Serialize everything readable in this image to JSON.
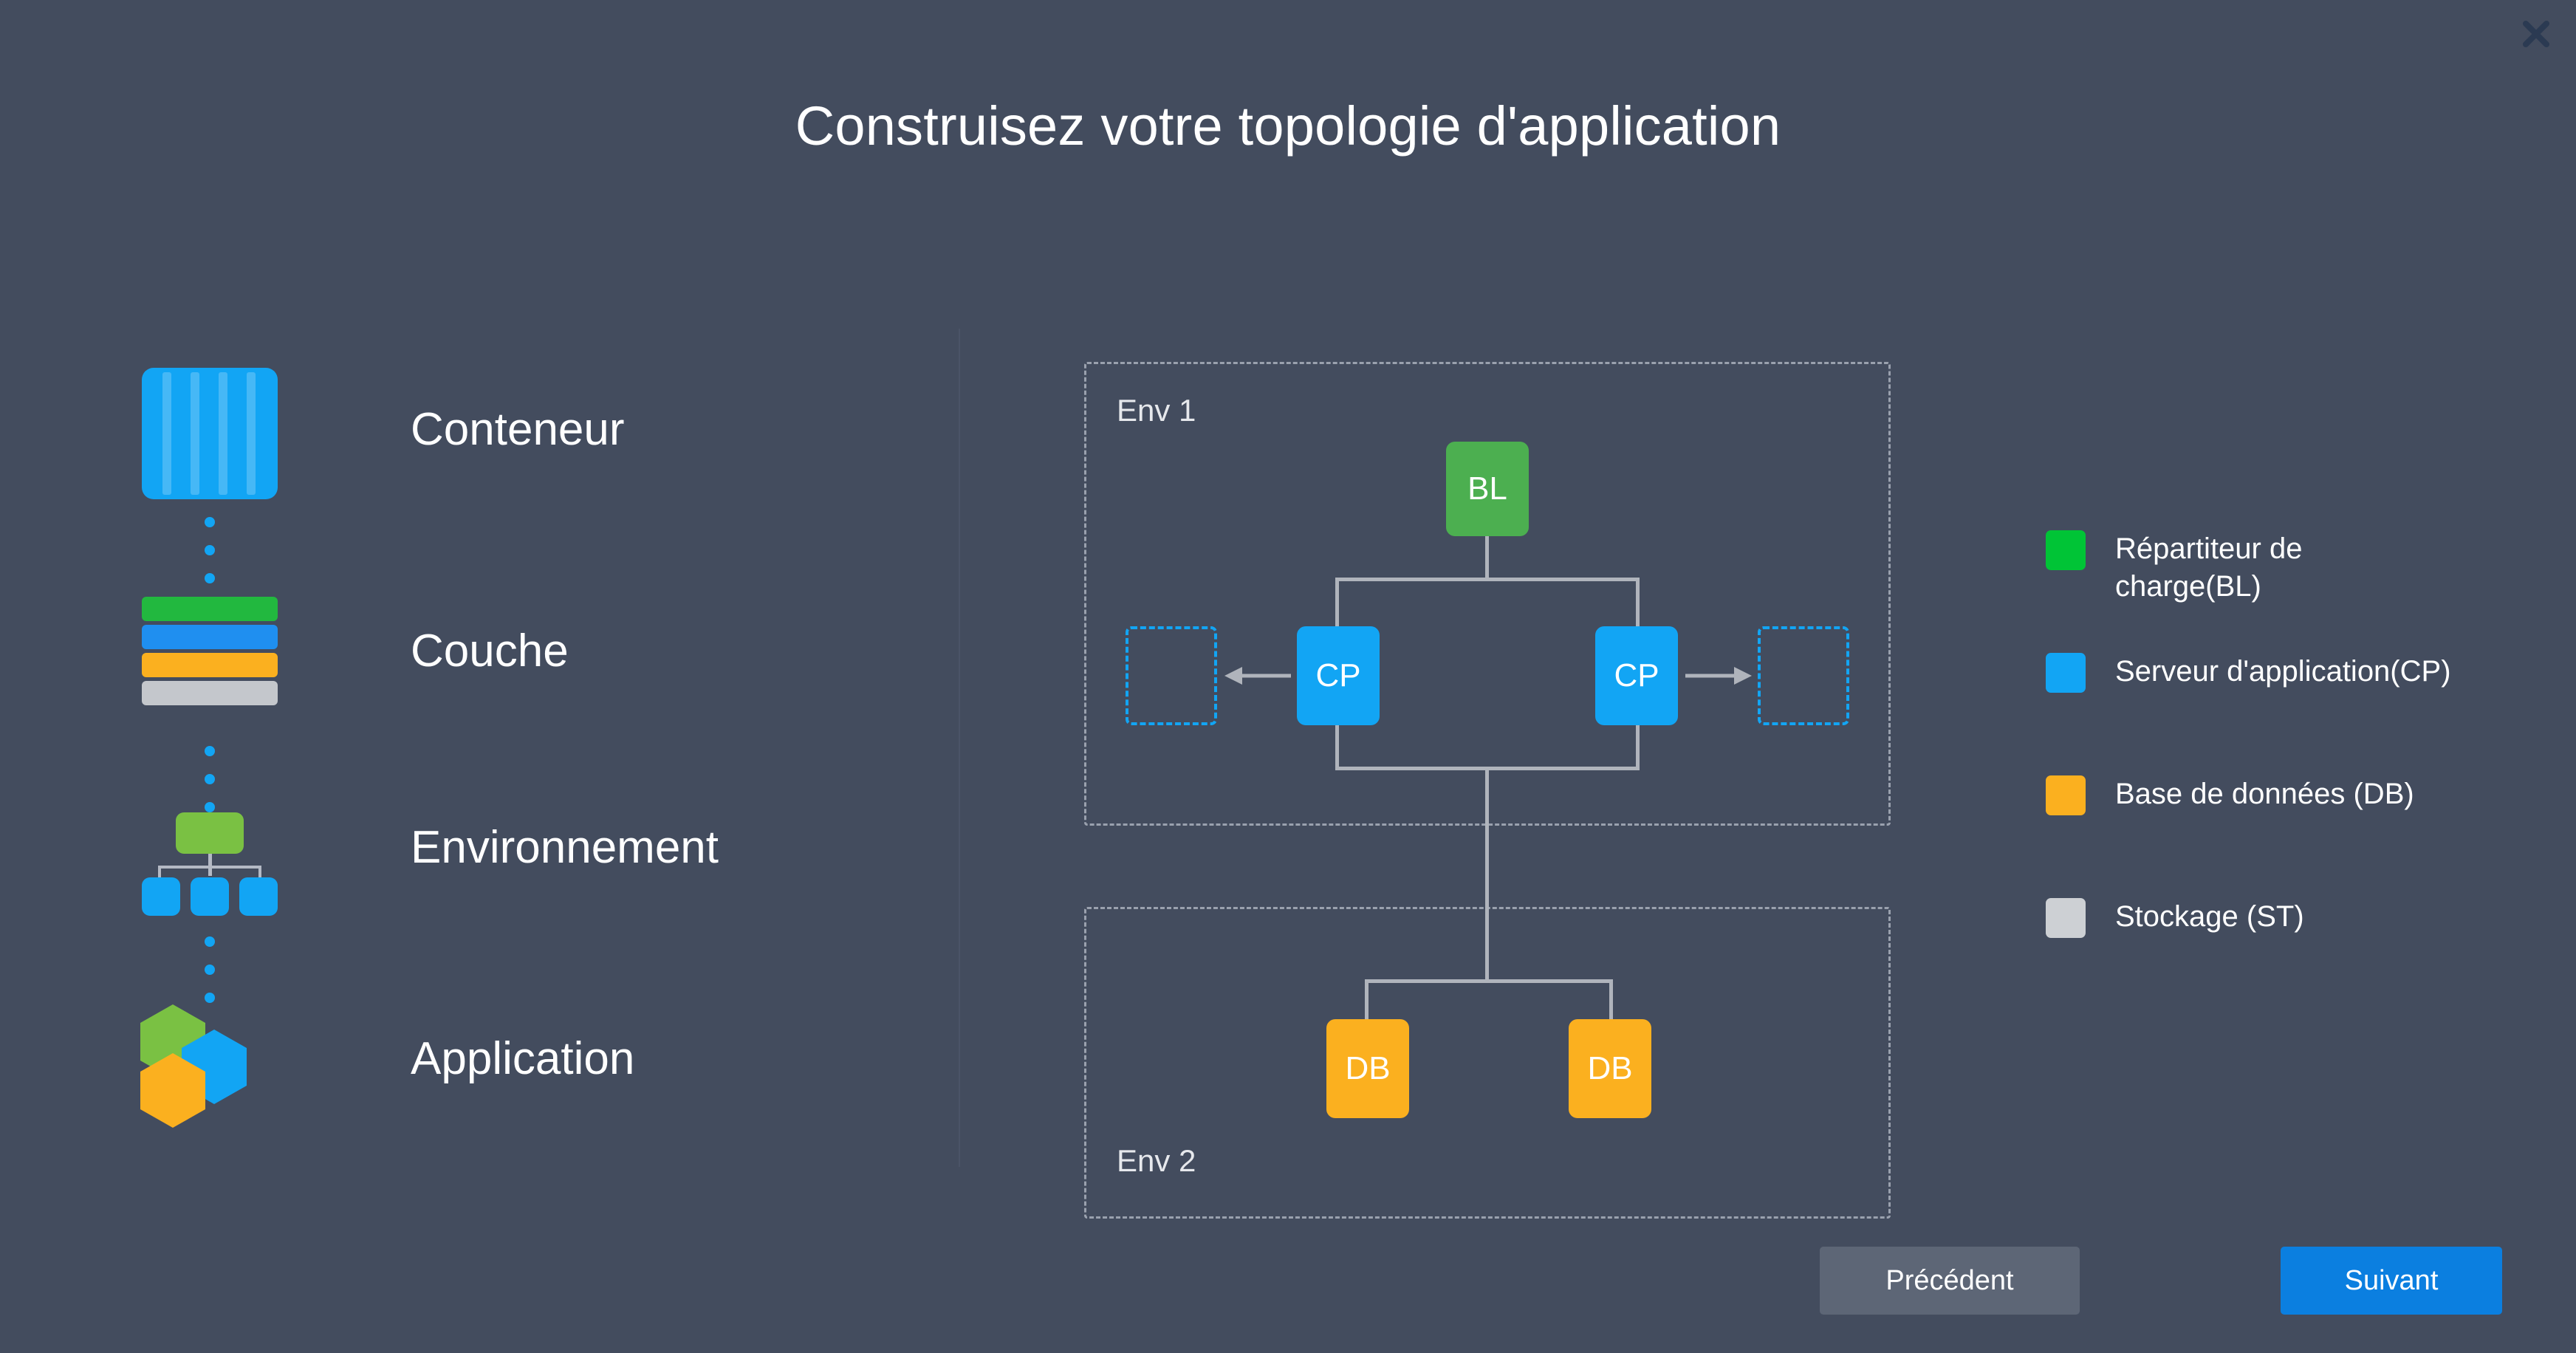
{
  "dialog": {
    "title": "Construisez votre topologie d'application",
    "close_icon": "close-icon"
  },
  "concepts": [
    {
      "label": "Conteneur",
      "icon": "container-icon"
    },
    {
      "label": "Couche",
      "icon": "layer-stack-icon"
    },
    {
      "label": "Environnement",
      "icon": "environment-tree-icon"
    },
    {
      "label": "Application",
      "icon": "application-hexagons-icon"
    }
  ],
  "topology": {
    "environments": [
      {
        "name": "Env 1",
        "label_position": "top-left"
      },
      {
        "name": "Env 2",
        "label_position": "bottom-left"
      }
    ],
    "nodes": [
      {
        "id": "bl1",
        "label": "BL",
        "type": "load-balancer",
        "env": "Env 1",
        "color": "#4caf50"
      },
      {
        "id": "cp1",
        "label": "CP",
        "type": "application-server",
        "env": "Env 1",
        "color": "#12a5f4"
      },
      {
        "id": "cp2",
        "label": "CP",
        "type": "application-server",
        "env": "Env 1",
        "color": "#12a5f4"
      },
      {
        "id": "db1",
        "label": "DB",
        "type": "database",
        "env": "Env 2",
        "color": "#fbb01f"
      },
      {
        "id": "db2",
        "label": "DB",
        "type": "database",
        "env": "Env 2",
        "color": "#fbb01f"
      }
    ],
    "placeholders": [
      {
        "id": "ph-left",
        "side": "left",
        "arrow": "left"
      },
      {
        "id": "ph-right",
        "side": "right",
        "arrow": "right"
      }
    ]
  },
  "legend": {
    "items": [
      {
        "label": "Répartiteur de charge(BL)",
        "color": "#00c436"
      },
      {
        "label": "Serveur d'application(CP)",
        "color": "#12a5f4"
      },
      {
        "label": "Base de données (DB)",
        "color": "#fbb01f"
      },
      {
        "label": "Stockage (ST)",
        "color": "#cdd0d4"
      }
    ]
  },
  "footer": {
    "previous_label": "Précédent",
    "next_label": "Suivant"
  },
  "colors": {
    "background": "#434c5e",
    "accent": "#0b7fe0",
    "container_blue": "#12a5f4",
    "layer_green": "#22b83f",
    "layer_blue": "#1f8ff0",
    "layer_orange": "#fbb01f",
    "layer_gray": "#c4c7cc",
    "env_green": "#7ac143"
  }
}
